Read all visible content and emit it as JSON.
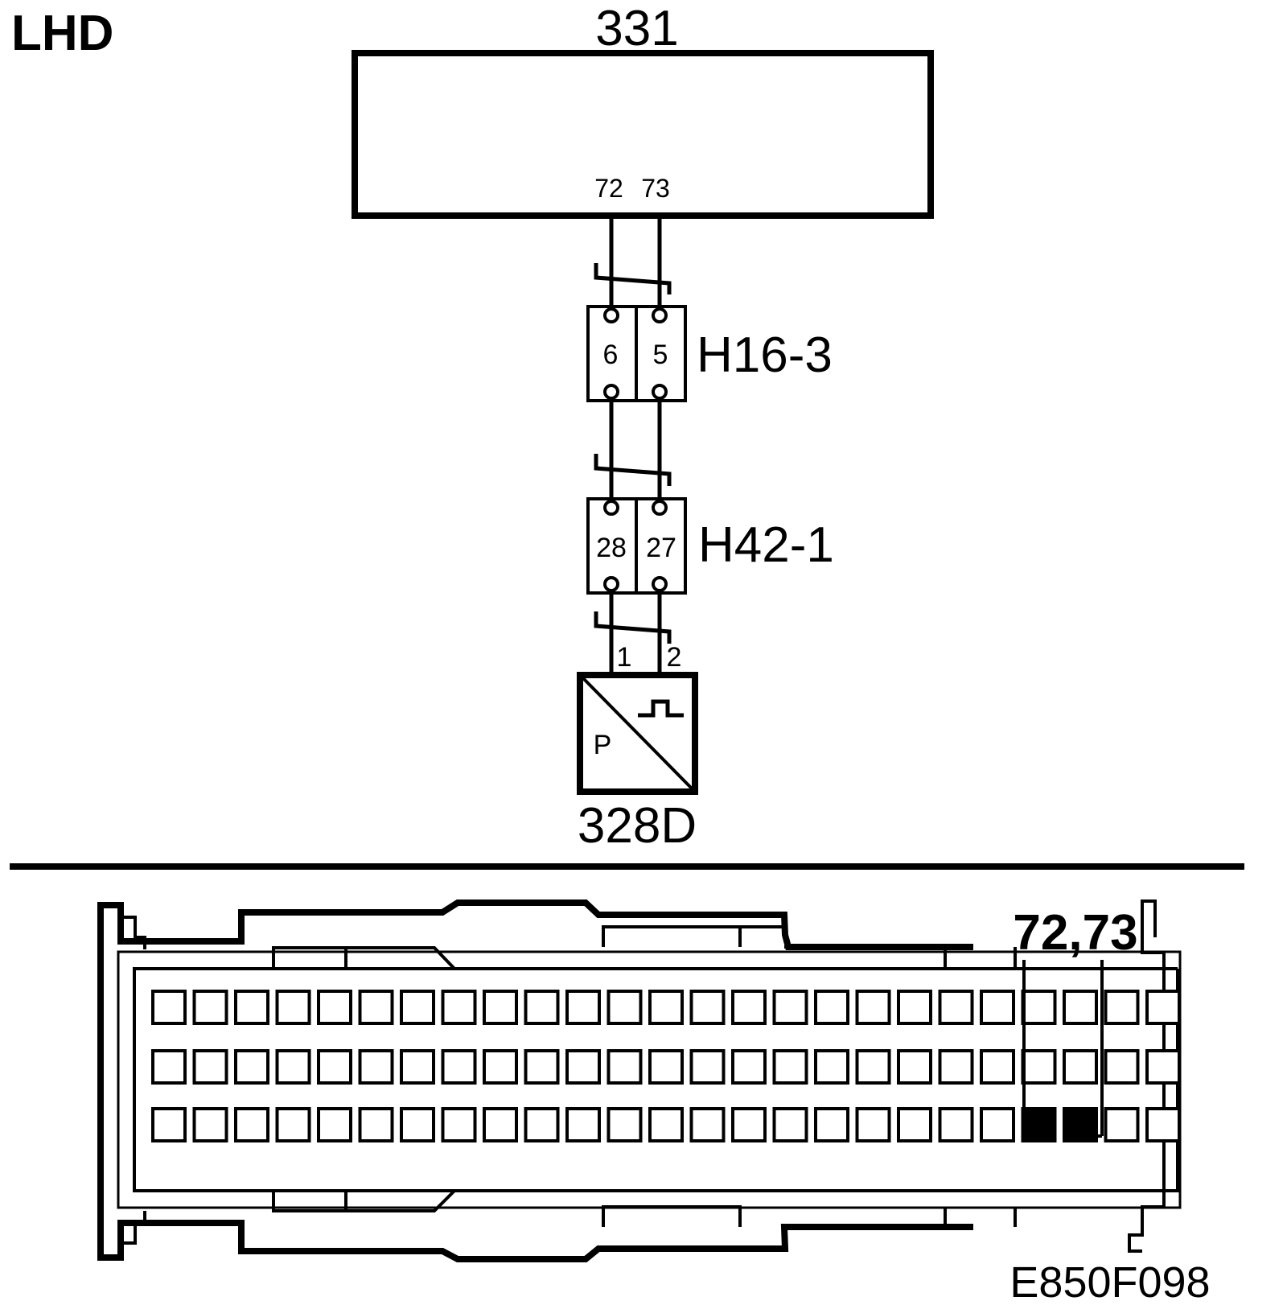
{
  "region_label": "LHD",
  "module": {
    "id": "331",
    "pins": [
      "72",
      "73"
    ]
  },
  "connector_1": {
    "id": "H16-3",
    "pins": [
      "6",
      "5"
    ]
  },
  "connector_2": {
    "id": "H42-1",
    "pins": [
      "28",
      "27"
    ]
  },
  "sensor": {
    "id": "328D",
    "pins": [
      "1",
      "2"
    ],
    "symbol": "P"
  },
  "pinout": {
    "highlight_label": "72,73",
    "highlighted_pins": [
      72,
      73
    ]
  },
  "figure_code": "E850F098"
}
